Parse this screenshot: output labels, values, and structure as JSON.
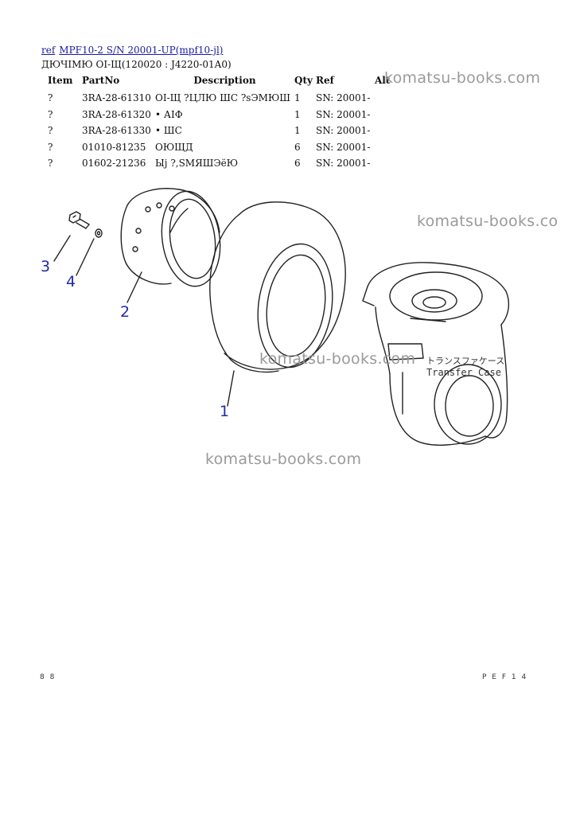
{
  "header": {
    "ref_label": "ref",
    "model_link": "MPF10-2 S/N 20001-UP(mpf10-jl)",
    "subtitle": "ДЮЧІМЮ ОІ-Щ(120020 : J4220-01A0)"
  },
  "table": {
    "columns": [
      "Item",
      "PartNo",
      "Description",
      "Qty",
      "Ref",
      "Alt"
    ],
    "rows": [
      {
        "item": "?",
        "part_no": "3RA-28-61310",
        "description": "ОІ-Щ ?ЦЛЮ ШС ?sЭМЮШ",
        "qty": "1",
        "ref": "SN: 20001-",
        "alt": ""
      },
      {
        "item": "?",
        "part_no": "3RA-28-61320",
        "description": "• АІФ",
        "qty": "1",
        "ref": "SN: 20001-",
        "alt": ""
      },
      {
        "item": "?",
        "part_no": "3RA-28-61330",
        "description": "• ШС",
        "qty": "1",
        "ref": "SN: 20001-",
        "alt": ""
      },
      {
        "item": "?",
        "part_no": "01010-81235",
        "description": "ОЮЩД",
        "qty": "6",
        "ref": "SN: 20001-",
        "alt": ""
      },
      {
        "item": "?",
        "part_no": "01602-21236",
        "description": "Ыј ?,SМЯШЭёЮ",
        "qty": "6",
        "ref": "SN: 20001-",
        "alt": ""
      }
    ]
  },
  "diagram": {
    "callouts": [
      "1",
      "2",
      "3",
      "4"
    ],
    "transfer_case_jp": "トランスファケース",
    "transfer_case_en": "Transfer Case",
    "callout_color": "#1f2ba8",
    "line_color": "#222222"
  },
  "watermarks": [
    "komatsu-books.com",
    "komatsu-books.co",
    "komatsu-books.com",
    "komatsu-books.com"
  ],
  "footer": {
    "left": "8 8",
    "right": "P E F 1 4"
  }
}
